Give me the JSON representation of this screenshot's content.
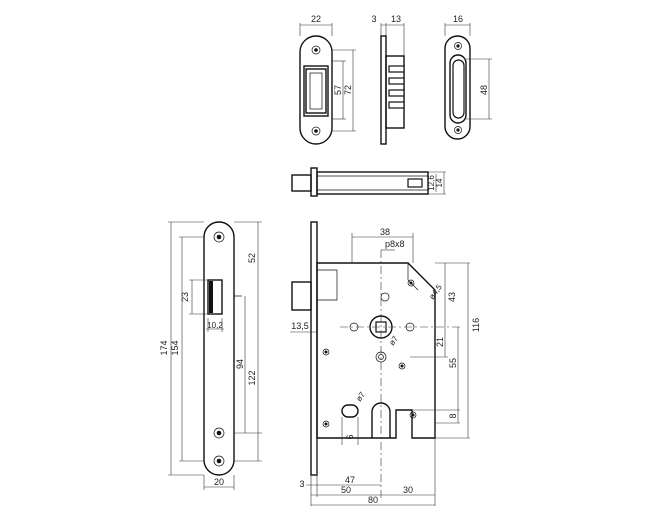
{
  "strike_front": {
    "width": "22",
    "inner_height": "57",
    "outer_height": "72"
  },
  "strike_side": {
    "depth": "3",
    "body": "13"
  },
  "dead_strike": {
    "width": "16",
    "height": "48"
  },
  "latch_top": {
    "h1": "12,6",
    "h2": "14"
  },
  "faceplate": {
    "height_outer": "174",
    "height_inner": "154",
    "top_offset": "52",
    "latch_height": "23",
    "latch_width": "10,2",
    "spacing": "94",
    "spacing2": "122",
    "width": "20"
  },
  "lock_body": {
    "backset_top": "38",
    "spindle": "p8x8",
    "hole": "ø4,5",
    "h43": "43",
    "h116": "116",
    "h21": "21",
    "h55": "55",
    "h7": "ø7",
    "h8": "8",
    "slot": "6",
    "face_th": "13,5",
    "b3": "3",
    "b47": "47",
    "b50": "50",
    "b30": "30",
    "b80": "80"
  }
}
